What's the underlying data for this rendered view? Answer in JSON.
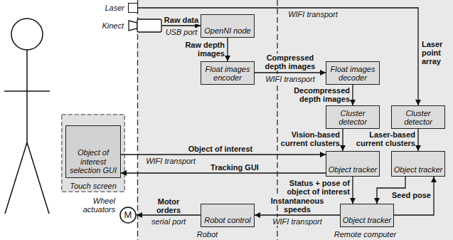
{
  "diagram": {
    "nodes": [
      {
        "text": [
          "Laser"
        ]
      },
      {
        "text": [
          "Kinect"
        ]
      },
      {
        "text": [
          "Robot"
        ]
      },
      {
        "text": [
          "OpenNI node"
        ],
        "in": 2
      },
      {
        "text": [
          "Float images encoder"
        ],
        "in": 2
      },
      {
        "text": [
          "Robot control"
        ],
        "in": 2
      },
      {
        "text": [
          "Remote computer"
        ]
      },
      {
        "text": [
          "Float images decoder"
        ],
        "in": 6
      },
      {
        "text": [
          "Cluster detector"
        ],
        "in": 6
      },
      {
        "text": [
          "Cluster detector"
        ],
        "in": 6
      },
      {
        "text": [
          "Object tracker"
        ],
        "in": 6
      },
      {
        "text": [
          "Object tracker"
        ],
        "in": 6
      },
      {
        "text": [
          "Object tracker"
        ],
        "in": 6
      },
      {
        "text": [
          "Touch screen"
        ]
      },
      {
        "text": [
          "Object of interest selection GUI"
        ],
        "in": 13
      },
      {
        "text": [
          "M"
        ]
      }
    ],
    "edges": [
      {
        "from": 1,
        "to": 3,
        "arrow": "to",
        "label": "Raw data"
      },
      {
        "from": 3,
        "to": 4,
        "arrow": "to",
        "label": "Raw depth images"
      },
      {
        "from": 4,
        "to": 7,
        "arrow": "to",
        "label": "Compressed depth images"
      },
      {
        "from": 7,
        "to": 8,
        "arrow": "to",
        "label": "Decompressed depth images"
      },
      {
        "from": 0,
        "to": 9,
        "arrow": "to",
        "label": "Laser point array"
      },
      {
        "from": 8,
        "to": 10,
        "arrow": "to",
        "label": "Vision-based current clusters"
      },
      {
        "from": 9,
        "to": 11,
        "arrow": "to",
        "label": "Laser-based current clusters"
      },
      {
        "from": 14,
        "to": 10,
        "arrow": "to",
        "label": "Object of interest"
      },
      {
        "from": 10,
        "to": 14,
        "arrow": "to",
        "label": "Tracking GUI"
      },
      {
        "from": 10,
        "to": 12,
        "arrow": "to",
        "label": "Status + pose of object of interest"
      },
      {
        "from": 11,
        "to": 12,
        "arrow": "to"
      },
      {
        "from": 12,
        "to": 11,
        "arrow": "to",
        "label": "Seed pose"
      },
      {
        "from": 12,
        "to": 5,
        "arrow": "to",
        "label": "Instantaneous speeds"
      },
      {
        "from": 5,
        "to": 15,
        "arrow": "to",
        "label": "Motor orders"
      }
    ],
    "labels": [
      "WIFI transport",
      "USB port",
      "WIFI transport",
      "WIFI transport",
      "WIFI transport",
      "serial port",
      "Wheel actuators"
    ]
  }
}
